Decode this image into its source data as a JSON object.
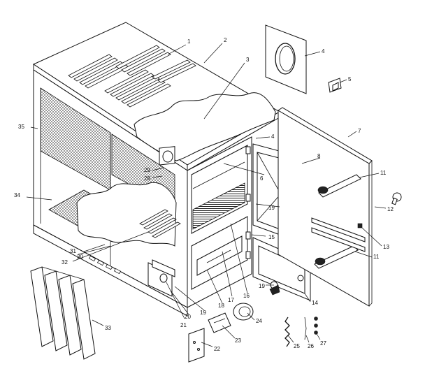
{
  "diagram": {
    "callouts": [
      {
        "id": "c1",
        "text": "1"
      },
      {
        "id": "c2",
        "text": "2"
      },
      {
        "id": "c3",
        "text": "3"
      },
      {
        "id": "c4a",
        "text": "4"
      },
      {
        "id": "c4b",
        "text": "4"
      },
      {
        "id": "c5",
        "text": "5"
      },
      {
        "id": "c6",
        "text": "6"
      },
      {
        "id": "c7",
        "text": "7"
      },
      {
        "id": "c8",
        "text": "8"
      },
      {
        "id": "c11a",
        "text": "11"
      },
      {
        "id": "c11b",
        "text": "11"
      },
      {
        "id": "c12",
        "text": "12"
      },
      {
        "id": "c13",
        "text": "13"
      },
      {
        "id": "c14",
        "text": "14"
      },
      {
        "id": "c15",
        "text": "15"
      },
      {
        "id": "c16",
        "text": "16"
      },
      {
        "id": "c17",
        "text": "17"
      },
      {
        "id": "c18",
        "text": "18"
      },
      {
        "id": "c19a",
        "text": "19"
      },
      {
        "id": "c19b",
        "text": "19"
      },
      {
        "id": "c19c",
        "text": "19"
      },
      {
        "id": "c20",
        "text": "20"
      },
      {
        "id": "c21",
        "text": "21"
      },
      {
        "id": "c22",
        "text": "22"
      },
      {
        "id": "c23",
        "text": "23"
      },
      {
        "id": "c24",
        "text": "24"
      },
      {
        "id": "c25",
        "text": "25"
      },
      {
        "id": "c26",
        "text": "26"
      },
      {
        "id": "c27",
        "text": "27"
      },
      {
        "id": "c28",
        "text": "28"
      },
      {
        "id": "c29",
        "text": "29"
      },
      {
        "id": "c30",
        "text": "30"
      },
      {
        "id": "c31",
        "text": "31"
      },
      {
        "id": "c32",
        "text": "32"
      },
      {
        "id": "c33",
        "text": "33"
      },
      {
        "id": "c34",
        "text": "34"
      },
      {
        "id": "c35",
        "text": "35"
      }
    ]
  }
}
